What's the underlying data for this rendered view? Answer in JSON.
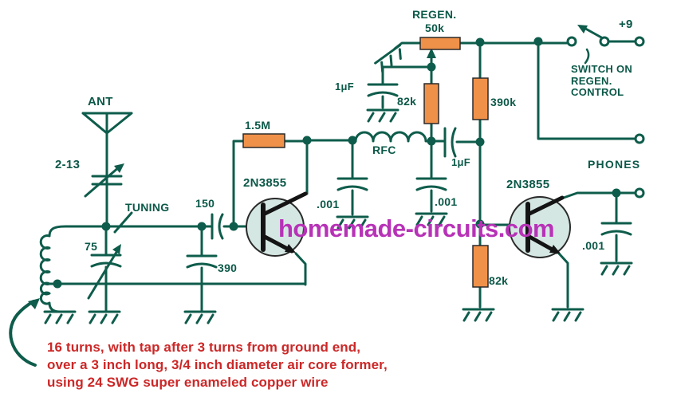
{
  "title": "Regenerative radio receiver schematic",
  "watermark": {
    "text": "homemade-circuits.com",
    "color": "#b732b7"
  },
  "labels": {
    "ant": "ANT",
    "cap_2_13": "2-13",
    "tuning": "TUNING",
    "cap_75": "75",
    "cap_150": "150",
    "cap_390": "390",
    "r_1_5m": "1.5M",
    "q1": "2N3855",
    "q2": "2N3855",
    "regen_name": "REGEN.",
    "regen_value": "50k",
    "c_1uf_bypass": "1μF",
    "r_82k_top": "82k",
    "rfc": "RFC",
    "c_001_left": ".001",
    "c_001_mid": ".001",
    "c_1uf_coupling": "1μF",
    "r_390k": "390k",
    "r_82k_bottom": "82k",
    "c_001_right": ".001",
    "phones": "PHONES",
    "supply": "+9",
    "switch_line1": "SWITCH ON",
    "switch_line2": "REGEN.",
    "switch_line3": "CONTROL"
  },
  "note": {
    "line1": "16 turns, with tap after 3 turns from ground end,",
    "line2": "over a 3 inch long, 3/4 inch diameter air core former,",
    "line3": "using 24 SWG super enameled copper wire"
  },
  "colors": {
    "wire_green": "#0e5c4b",
    "label_green": "#0b5848",
    "resistor_orange": "#f0914a",
    "transistor_fill": "#d5e7e3",
    "symbol_black": "#141414",
    "note_red": "#cc2727",
    "watermark_magenta": "#b732b7"
  }
}
